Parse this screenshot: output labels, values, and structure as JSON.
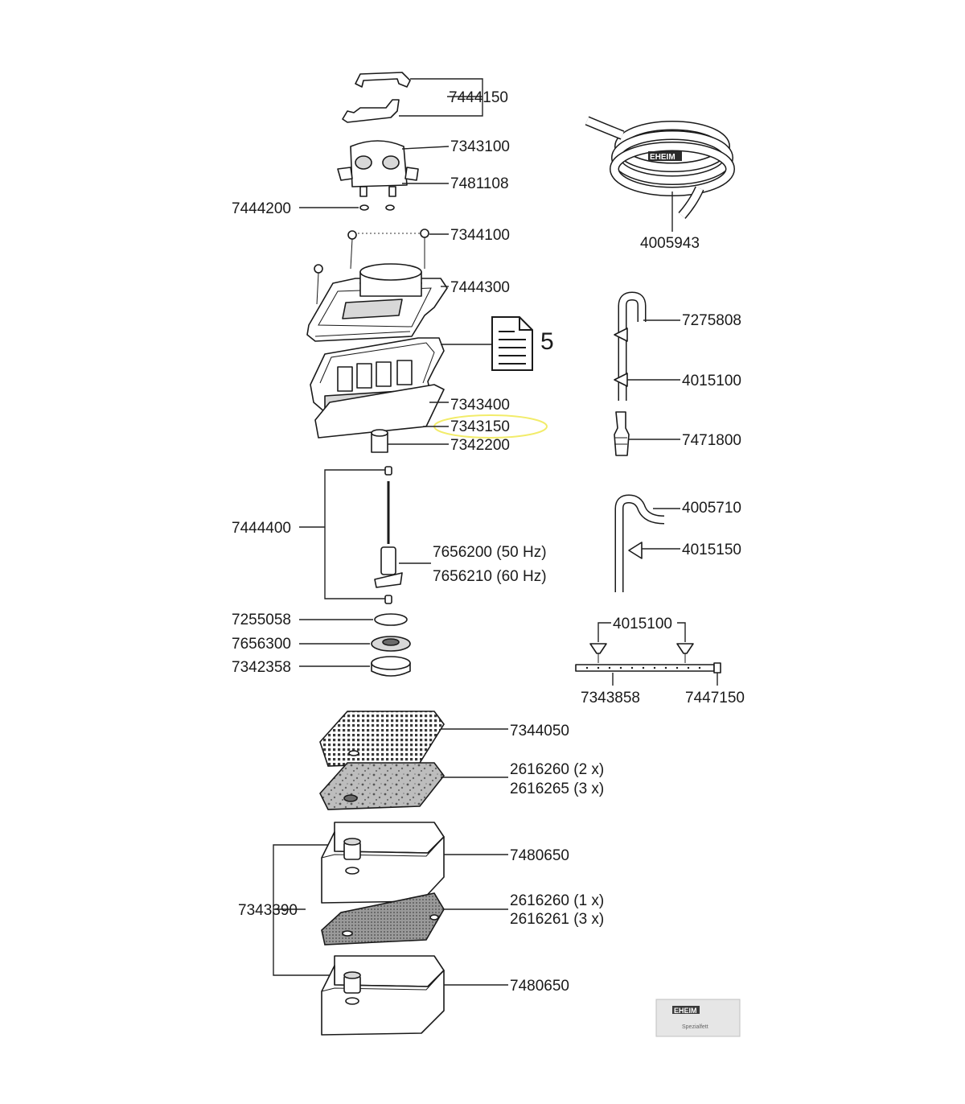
{
  "labels": {
    "p7444150": "7444150",
    "p7343100": "7343100",
    "p7481108": "7481108",
    "p7444200": "7444200",
    "p7344100": "7344100",
    "p7444300": "7444300",
    "doc_ref": "5",
    "p7343400": "7343400",
    "p7343150": "7343150",
    "p7342200": "7342200",
    "p7444400": "7444400",
    "p7656200": "7656200 (50 Hz)",
    "p7656210": "7656210 (60 Hz)",
    "p7255058": "7255058",
    "p7656300": "7656300",
    "p7342358": "7342358",
    "p7344050": "7344050",
    "p2616260a": "2616260 (2 x)",
    "p2616265": "2616265 (3 x)",
    "p7343390": "7343390",
    "p7480650a": "7480650",
    "p2616260b": "2616260 (1 x)",
    "p2616261": "2616261 (3 x)",
    "p7480650b": "7480650",
    "p4005943": "4005943",
    "p7275808": "7275808",
    "p4015100a": "4015100",
    "p7471800": "7471800",
    "p4005710": "4005710",
    "p4015150": "4015150",
    "p4015100b": "4015100",
    "p7343858": "7343858",
    "p7447150": "7447150"
  },
  "logos": {
    "hose_brand": "EHEIM",
    "packet_brand": "EHEIM",
    "packet_text": "Spezialfett"
  },
  "colors": {
    "line": "#222222",
    "highlight": "#f2ec6a"
  },
  "icons": {
    "doc_ref_icon": "document-icon"
  }
}
